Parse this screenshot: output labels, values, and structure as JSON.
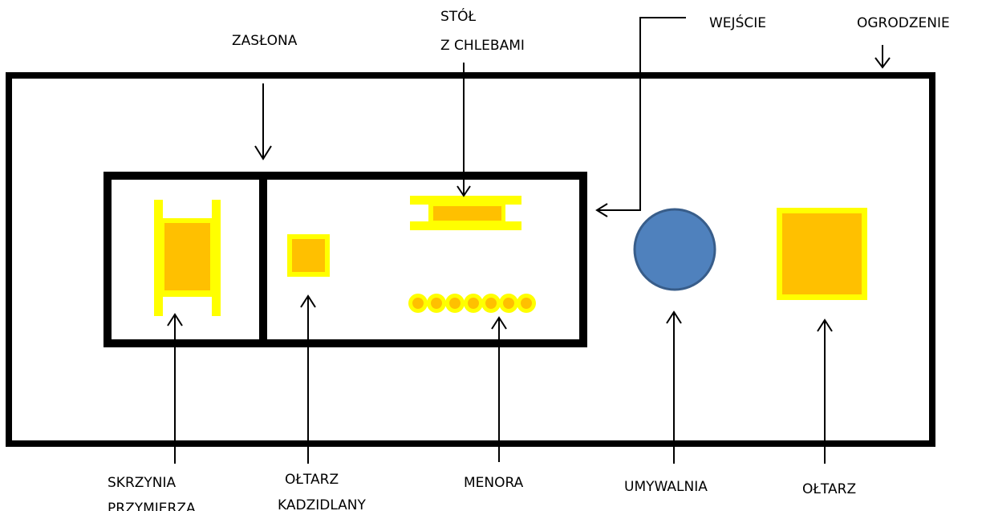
{
  "labels": {
    "courtyard": "OGRODZENIE",
    "entrance": "WEJŚCIE",
    "curtain": "ZASŁONA",
    "table": [
      "STÓŁ",
      "Z CHLEBAMI"
    ],
    "ark": [
      "SKRZYNIA",
      "PRZYMIERZA"
    ],
    "incense_altar": [
      "OŁTARZ",
      "KADZIDLANY"
    ],
    "menorah": "MENORA",
    "laver": "UMYWALNIA",
    "altar": "OŁTARZ"
  },
  "colors": {
    "outline": "#000000",
    "gold_light": "#ffff00",
    "gold": "#ffc000",
    "laver_fill": "#4f81bd",
    "laver_stroke": "#385d8a"
  }
}
